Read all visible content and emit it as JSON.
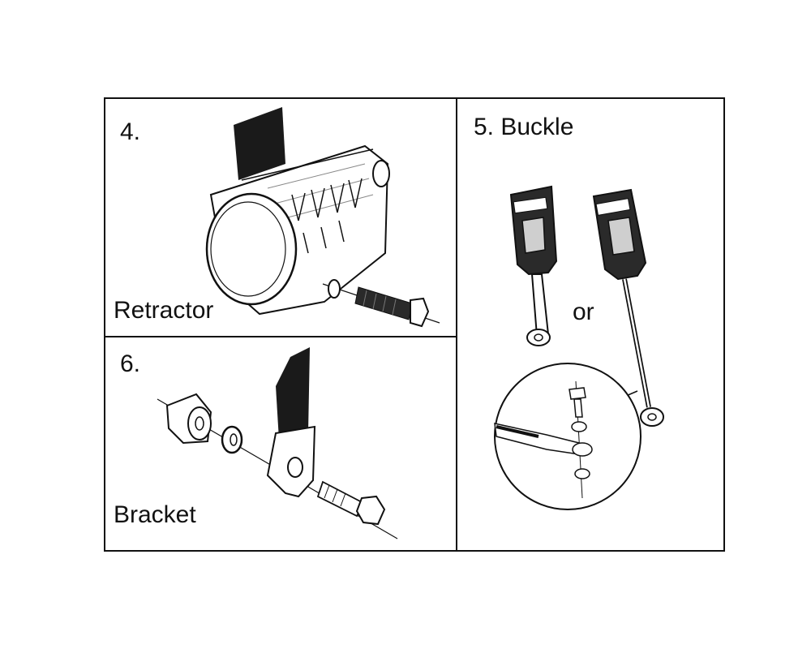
{
  "panels": {
    "retractor": {
      "step": "4.",
      "caption": "Retractor"
    },
    "bracket": {
      "step": "6.",
      "caption": "Bracket"
    },
    "buckle": {
      "title": "5. Buckle",
      "or_text": "or"
    }
  },
  "colors": {
    "ink": "#111111",
    "paper": "#ffffff",
    "strap": "#1a1a1a",
    "shade": "#7a7a7a"
  },
  "icons": [
    "retractor-unit-illustration",
    "bolt-illustration",
    "washer-illustration",
    "spacer-illustration",
    "webbing-strap-illustration",
    "anchor-bracket-illustration",
    "buckle-illustration",
    "magnifier-detail-illustration"
  ]
}
